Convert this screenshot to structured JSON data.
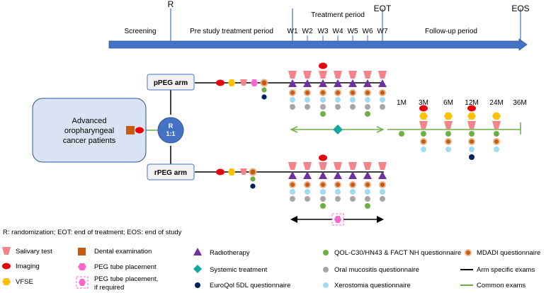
{
  "timeline": {
    "markers": {
      "r": "R",
      "eot": "EOT",
      "eos": "EOS"
    },
    "periods": {
      "screening": "Screening",
      "pre_study": "Pre study treatment period",
      "treatment": "Treatment period",
      "follow_up": "Follow-up period"
    },
    "weeks": [
      "W1",
      "W2",
      "W3",
      "W4",
      "W5",
      "W6",
      "W7"
    ]
  },
  "patients_box": {
    "line1": "Advanced",
    "line2": "oropharyngeal",
    "line3": "cancer patients"
  },
  "randomization_node": {
    "line1": "R",
    "line2": "1:1"
  },
  "arms": {
    "ppeg": "pPEG arm",
    "rpeg": "rPEG arm"
  },
  "followup_months": [
    "1M",
    "3M",
    "6M",
    "12M",
    "24M",
    "36M"
  ],
  "abbreviations": "R: randomization; EOT: end of treatment; EOS: end of study",
  "legend": {
    "salivary": "Salivary test",
    "imaging": "Imaging",
    "vfse": "VFSE",
    "dental": "Dental examination",
    "peg": "PEG tube placement",
    "peg_req_1": "PEG tube placement,",
    "peg_req_2": "if required",
    "radiotherapy": "Radiotherapy",
    "systemic": "Systemic treatment",
    "euroqol": "EuroQol 5DL questionnaire",
    "qol": "QOL-C30/HN43 & FACT NH questionnaire",
    "mucositis": "Oral mucositis questionnaire",
    "xerostomia": "Xerostomia questionnaire",
    "mdadi": "MDADI questionnaire",
    "arm_specific": "Arm specific exams",
    "common": "Common exams"
  },
  "colors": {
    "arrow_blue": "#4472c4",
    "salivary": "#f4848a",
    "imaging": "#e8000b",
    "vfse": "#ffc000",
    "dental": "#c55a11",
    "peg": "#ff66cc",
    "radiotherapy": "#7030a0",
    "systemic": "#13a89e",
    "euroqol": "#002060",
    "qol": "#70ad47",
    "mucositis": "#a6a6a6",
    "xerostomia": "#9fdcf0",
    "mdadi_fill": "#c55a11",
    "mdadi_ring": "#e7b38a",
    "common_line": "#70ad47",
    "patients_fill": "#dae3f3",
    "patients_stroke": "#2f5597",
    "r_node": "#4472c4"
  }
}
